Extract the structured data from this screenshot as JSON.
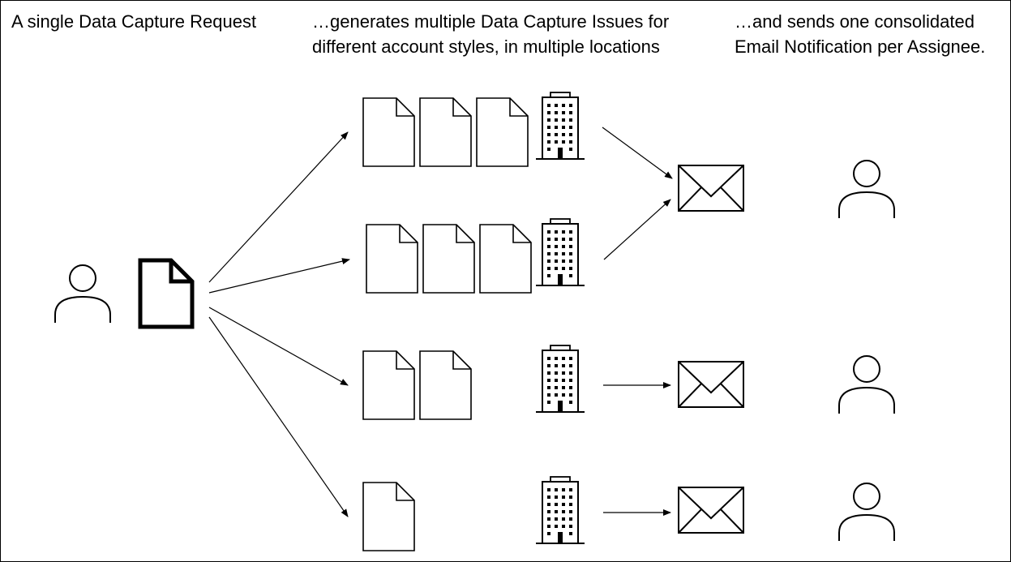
{
  "captions": {
    "request": "A single Data Capture Request",
    "issues": "…generates multiple Data Capture Issues for\ndifferent account styles, in multiple locations",
    "notification": "…and sends one consolidated\nEmail Notification per Assignee."
  },
  "icons": {
    "person": "person-icon",
    "request_document": "document-icon",
    "issue_document": "document-icon",
    "location": "building-icon",
    "email": "envelope-icon"
  },
  "rows": [
    {
      "issues": 3,
      "location": true,
      "email_group": 1
    },
    {
      "issues": 3,
      "location": true,
      "email_group": 1
    },
    {
      "issues": 2,
      "location": true,
      "email_group": 2
    },
    {
      "issues": 1,
      "location": true,
      "email_group": 3
    }
  ],
  "notifications": 3,
  "assignees": 3,
  "colors": {
    "stroke": "#000000",
    "background": "#ffffff"
  }
}
